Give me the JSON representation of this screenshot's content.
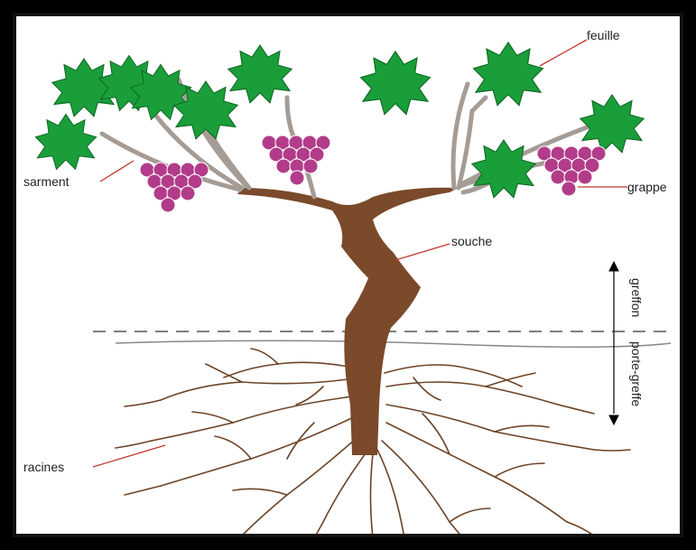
{
  "labels": {
    "feuille": "feuille",
    "sarment": "sarment",
    "grappe": "grappe",
    "souche": "souche",
    "greffon": "greffon",
    "porte_greffe": "porte-greffe",
    "racines": "racines"
  },
  "colors": {
    "leaf": "#1a9e3a",
    "leaf_dark": "#0f6b25",
    "grape": "#b23c8a",
    "grape_light": "#c963a4",
    "cane": "#a59c95",
    "trunk": "#7a4a2a",
    "root": "#6b4326",
    "leader": "#c0392b",
    "frame": "#000000"
  },
  "icons": [
    "arrow-up-icon",
    "arrow-down-icon"
  ]
}
